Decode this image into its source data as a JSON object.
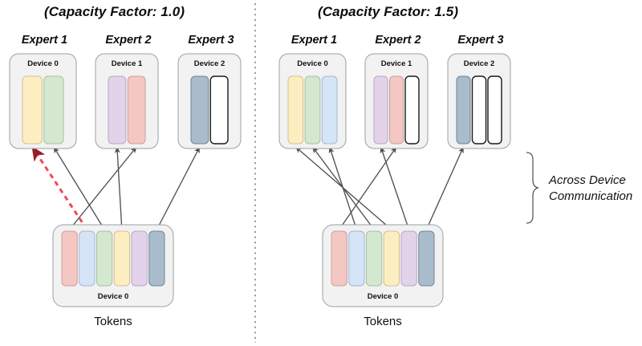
{
  "figure": {
    "kind": "moe-capacity-factor-routing-diagram",
    "divider": "vertical-dashed"
  },
  "palette": {
    "red": {
      "fill": "#f4c7c3",
      "stroke": "#c9a09c"
    },
    "blue": {
      "fill": "#d6e4f7",
      "stroke": "#a3b7cf"
    },
    "green": {
      "fill": "#d3e8cf",
      "stroke": "#a7c0a2"
    },
    "yellow": {
      "fill": "#fdeec2",
      "stroke": "#d3c08d"
    },
    "purple": {
      "fill": "#e3d3ea",
      "stroke": "#b9a7c2"
    },
    "slate": {
      "fill": "#a8bccc",
      "stroke": "#6f8597"
    },
    "empty": {
      "fill": "#ffffff",
      "stroke": "#1a1a1a"
    },
    "box_fill": "#f2f2f2",
    "box_stroke": "#9aa0a6",
    "arrow": "#4d5156",
    "dropped": "#ef4a53",
    "divider": "#9e9e9e"
  },
  "panels": [
    {
      "id": "left",
      "title": "(Capacity Factor: 1.0)",
      "capacity_factor": 1.0,
      "slots_per_expert": 2,
      "experts": [
        {
          "name": "Expert 1",
          "device": "Device 0",
          "slots": [
            {
              "color": "yellow",
              "filled": true
            },
            {
              "color": "green",
              "filled": true
            }
          ]
        },
        {
          "name": "Expert 2",
          "device": "Device 1",
          "slots": [
            {
              "color": "purple",
              "filled": true
            },
            {
              "color": "red",
              "filled": true
            }
          ]
        },
        {
          "name": "Expert 3",
          "device": "Device 2",
          "slots": [
            {
              "color": "slate",
              "filled": true
            },
            {
              "color": "empty",
              "filled": false
            }
          ]
        }
      ],
      "tokens": {
        "device": "Device 0",
        "caption": "Tokens",
        "items": [
          "red",
          "blue",
          "green",
          "yellow",
          "purple",
          "slate"
        ]
      },
      "routes": [
        {
          "token": 0,
          "expert": 1,
          "slot": 1,
          "dropped": false
        },
        {
          "token": 1,
          "expert": 0,
          "slot": 0,
          "dropped": true
        },
        {
          "token": 2,
          "expert": 0,
          "slot": 1,
          "dropped": false
        },
        {
          "token": 3,
          "expert": 1,
          "slot": 0,
          "dropped": false
        },
        {
          "token": 5,
          "expert": 2,
          "slot": 0,
          "dropped": false
        }
      ]
    },
    {
      "id": "right",
      "title": "(Capacity Factor: 1.5)",
      "capacity_factor": 1.5,
      "slots_per_expert": 3,
      "experts": [
        {
          "name": "Expert 1",
          "device": "Device 0",
          "slots": [
            {
              "color": "yellow",
              "filled": true
            },
            {
              "color": "green",
              "filled": true
            },
            {
              "color": "blue",
              "filled": true
            }
          ]
        },
        {
          "name": "Expert 2",
          "device": "Device 1",
          "slots": [
            {
              "color": "purple",
              "filled": true
            },
            {
              "color": "red",
              "filled": true
            },
            {
              "color": "empty",
              "filled": false
            }
          ]
        },
        {
          "name": "Expert 3",
          "device": "Device 2",
          "slots": [
            {
              "color": "slate",
              "filled": true
            },
            {
              "color": "empty",
              "filled": false
            },
            {
              "color": "empty",
              "filled": false
            }
          ]
        }
      ],
      "tokens": {
        "device": "Device 0",
        "caption": "Tokens",
        "items": [
          "red",
          "blue",
          "green",
          "yellow",
          "purple",
          "slate"
        ]
      },
      "routes": [
        {
          "token": 0,
          "expert": 1,
          "slot": 1,
          "dropped": false
        },
        {
          "token": 1,
          "expert": 0,
          "slot": 2,
          "dropped": false
        },
        {
          "token": 2,
          "expert": 0,
          "slot": 1,
          "dropped": false
        },
        {
          "token": 3,
          "expert": 0,
          "slot": 0,
          "dropped": false
        },
        {
          "token": 4,
          "expert": 1,
          "slot": 0,
          "dropped": false
        },
        {
          "token": 5,
          "expert": 2,
          "slot": 0,
          "dropped": false
        }
      ]
    }
  ],
  "annotation": {
    "brace_label_line1": "Across Device",
    "brace_label_line2": "Communication"
  }
}
